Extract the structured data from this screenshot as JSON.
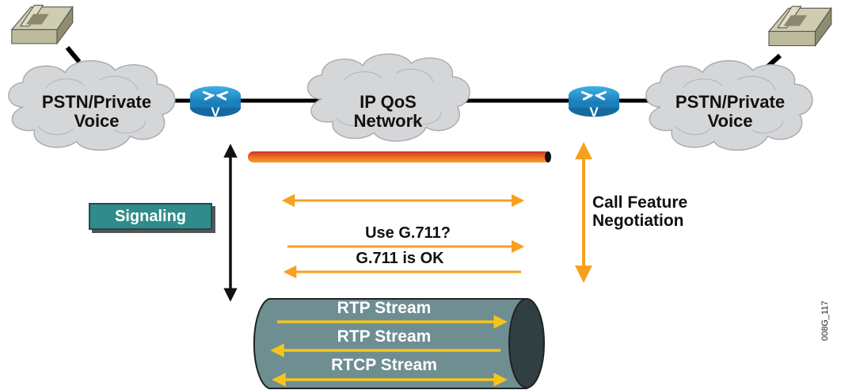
{
  "nodes": {
    "left_cloud": {
      "line1": "PSTN/Private",
      "line2": "Voice"
    },
    "center_cloud": {
      "line1": "IP QoS",
      "line2": "Network"
    },
    "right_cloud": {
      "line1": "PSTN/Private",
      "line2": "Voice"
    },
    "left_router": {
      "glyph": "V",
      "icon": "voice-router-icon"
    },
    "right_router": {
      "glyph": "V",
      "icon": "voice-router-icon"
    },
    "left_phone": {
      "icon": "telephone-icon"
    },
    "right_phone": {
      "icon": "telephone-icon"
    }
  },
  "signaling": {
    "label": "Signaling"
  },
  "negotiation": {
    "line1": "Call Feature",
    "line2": "Negotiation"
  },
  "messages": [
    {
      "text": "",
      "direction": "both"
    },
    {
      "text": "Use G.711?",
      "direction": "right"
    },
    {
      "text": "G.711 is OK",
      "direction": "left"
    }
  ],
  "streams": [
    {
      "text": "RTP Stream",
      "direction": "right"
    },
    {
      "text": "RTP Stream",
      "direction": "left"
    },
    {
      "text": "RTCP Stream",
      "direction": "both"
    }
  ],
  "figure_id": "008G_117",
  "colors": {
    "cloud_fill": "#d4d6d8",
    "router_blue": "#1f8fc9",
    "orange_arrow": "#f7a020",
    "tube_fill": "#6e8e92",
    "tube_end": "#2f3f42",
    "yellow_arrow": "#f5c518",
    "signal_box": "#2f8c8a",
    "pipe_red": "#e0502a"
  }
}
